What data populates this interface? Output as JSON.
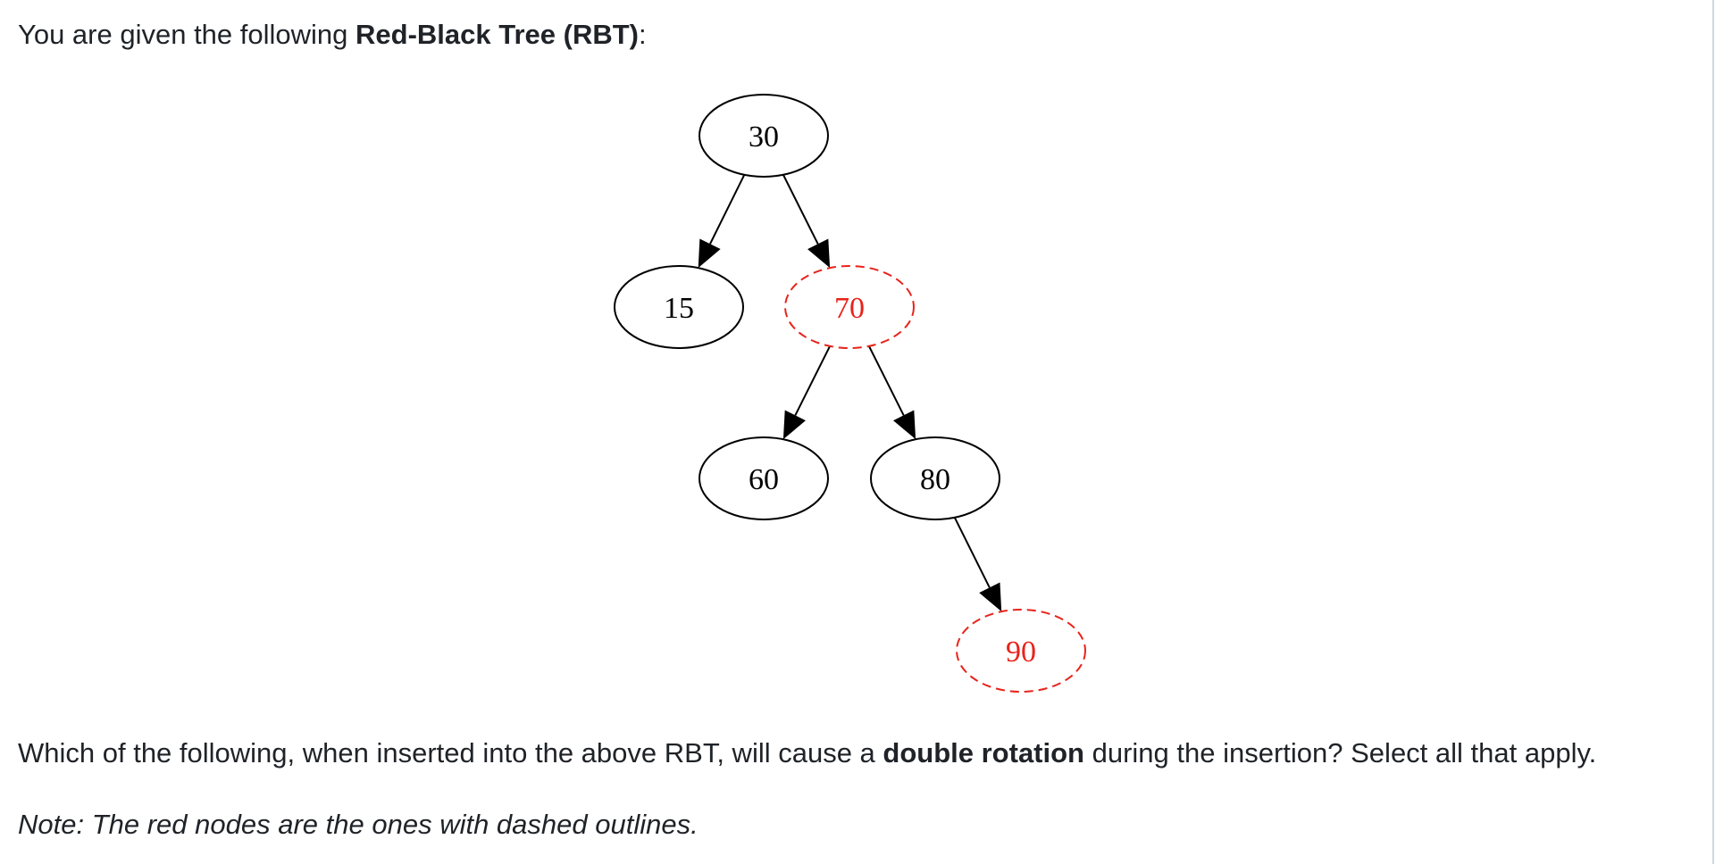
{
  "intro": {
    "prefix": "You are given the following ",
    "bold": "Red-Black Tree (RBT)",
    "suffix": ":"
  },
  "tree": {
    "nodes": [
      {
        "id": "n30",
        "label": "30",
        "color": "black"
      },
      {
        "id": "n15",
        "label": "15",
        "color": "black"
      },
      {
        "id": "n70",
        "label": "70",
        "color": "red"
      },
      {
        "id": "n60",
        "label": "60",
        "color": "black"
      },
      {
        "id": "n80",
        "label": "80",
        "color": "black"
      },
      {
        "id": "n90",
        "label": "90",
        "color": "red"
      }
    ],
    "edges": [
      {
        "from": "n30",
        "to": "n15"
      },
      {
        "from": "n30",
        "to": "n70"
      },
      {
        "from": "n70",
        "to": "n60"
      },
      {
        "from": "n70",
        "to": "n80"
      },
      {
        "from": "n80",
        "to": "n90"
      }
    ],
    "colors": {
      "black": "#000000",
      "red": "#e8231a"
    }
  },
  "question": {
    "prefix": "Which of the following, when inserted into the above RBT, will cause a ",
    "bold": "double rotation",
    "suffix": " during the insertion? Select all that apply."
  },
  "note": "Note: The red nodes are the ones with dashed outlines."
}
